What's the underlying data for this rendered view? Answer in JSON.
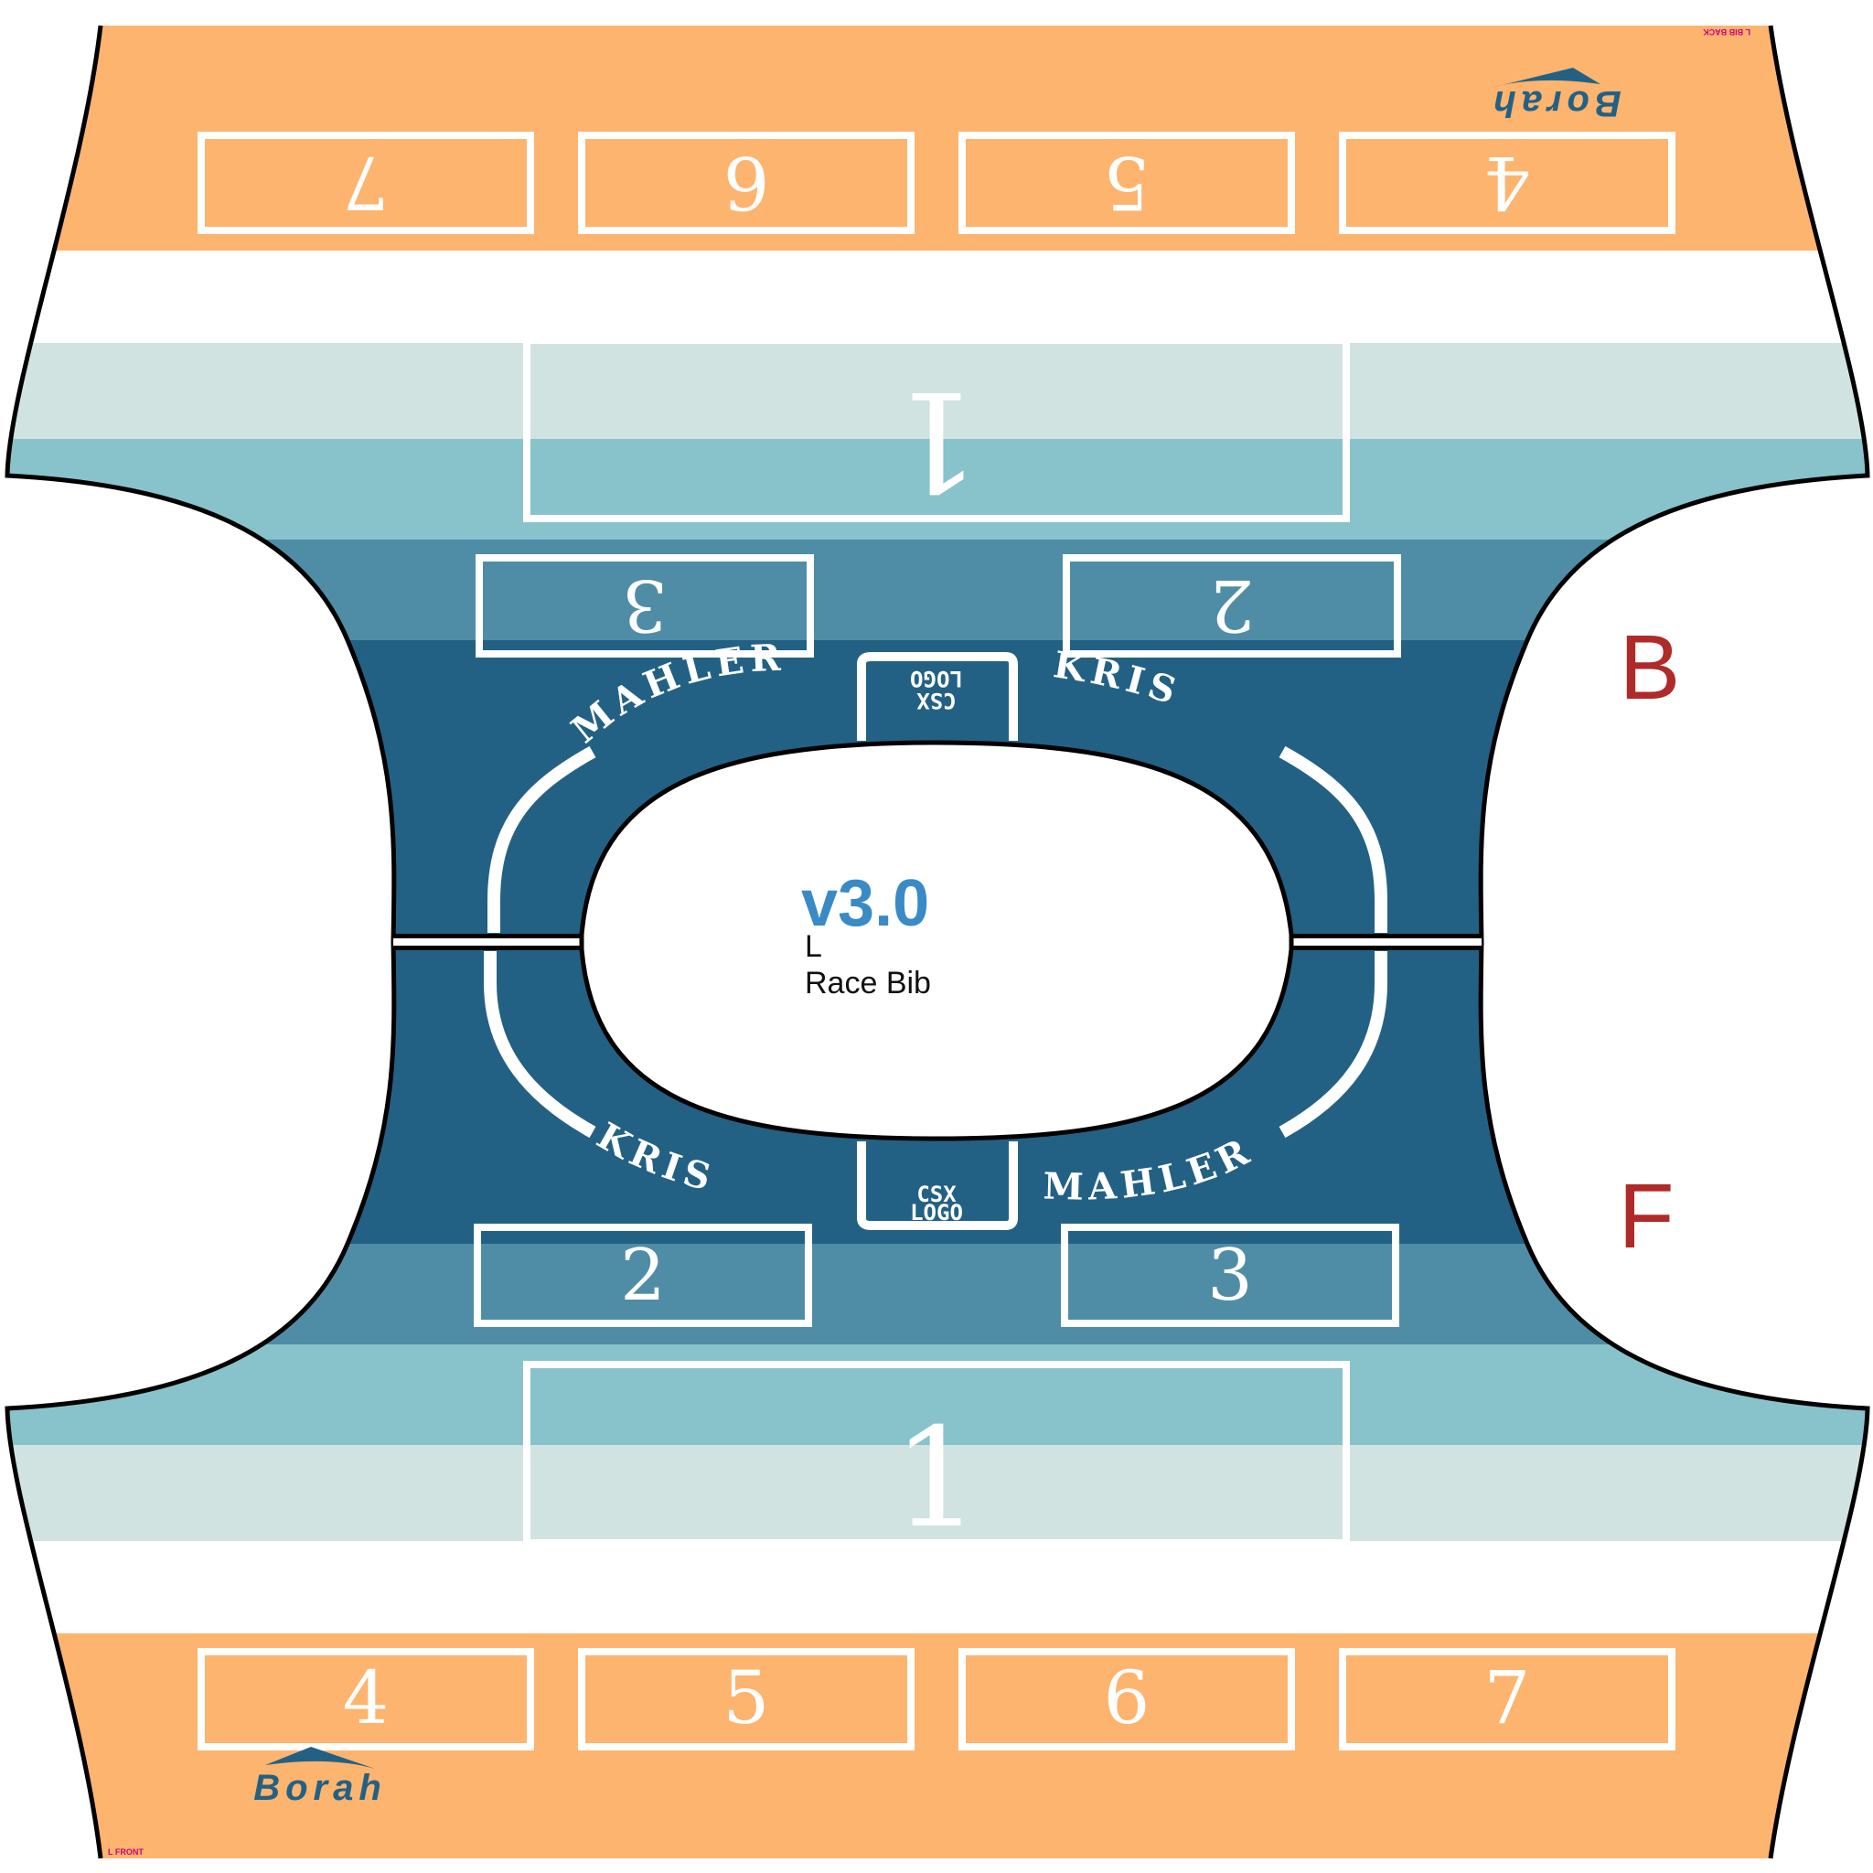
{
  "bib": {
    "size": "L",
    "description": "Race Bib",
    "version": "v3.0",
    "brand": "Borah",
    "back_label": "L BIB BACK",
    "front_label": "L  FRONT",
    "back_marker": "B",
    "front_marker": "F",
    "rider_first": "KRIS",
    "rider_last": "MAHLER",
    "logo_line1": "CSX",
    "logo_line2": "LOGO",
    "front_panels": {
      "center": "1",
      "left": "2",
      "right": "3",
      "bottom": [
        "4",
        "5",
        "6",
        "7"
      ]
    },
    "back_panels": {
      "center": "1",
      "left": "3",
      "right": "2",
      "top": [
        "7",
        "6",
        "5",
        "4"
      ]
    }
  },
  "colors": {
    "orange": "#fdb46f",
    "pale_teal": "#d0e3e0",
    "light_teal": "#88c3cb",
    "mid_teal": "#4f8da6",
    "dark_teal": "#236184",
    "accent_blue": "#3a8ac6",
    "marker_red": "#b02a2a",
    "brand_blue": "#236184",
    "outline": "#000000"
  }
}
